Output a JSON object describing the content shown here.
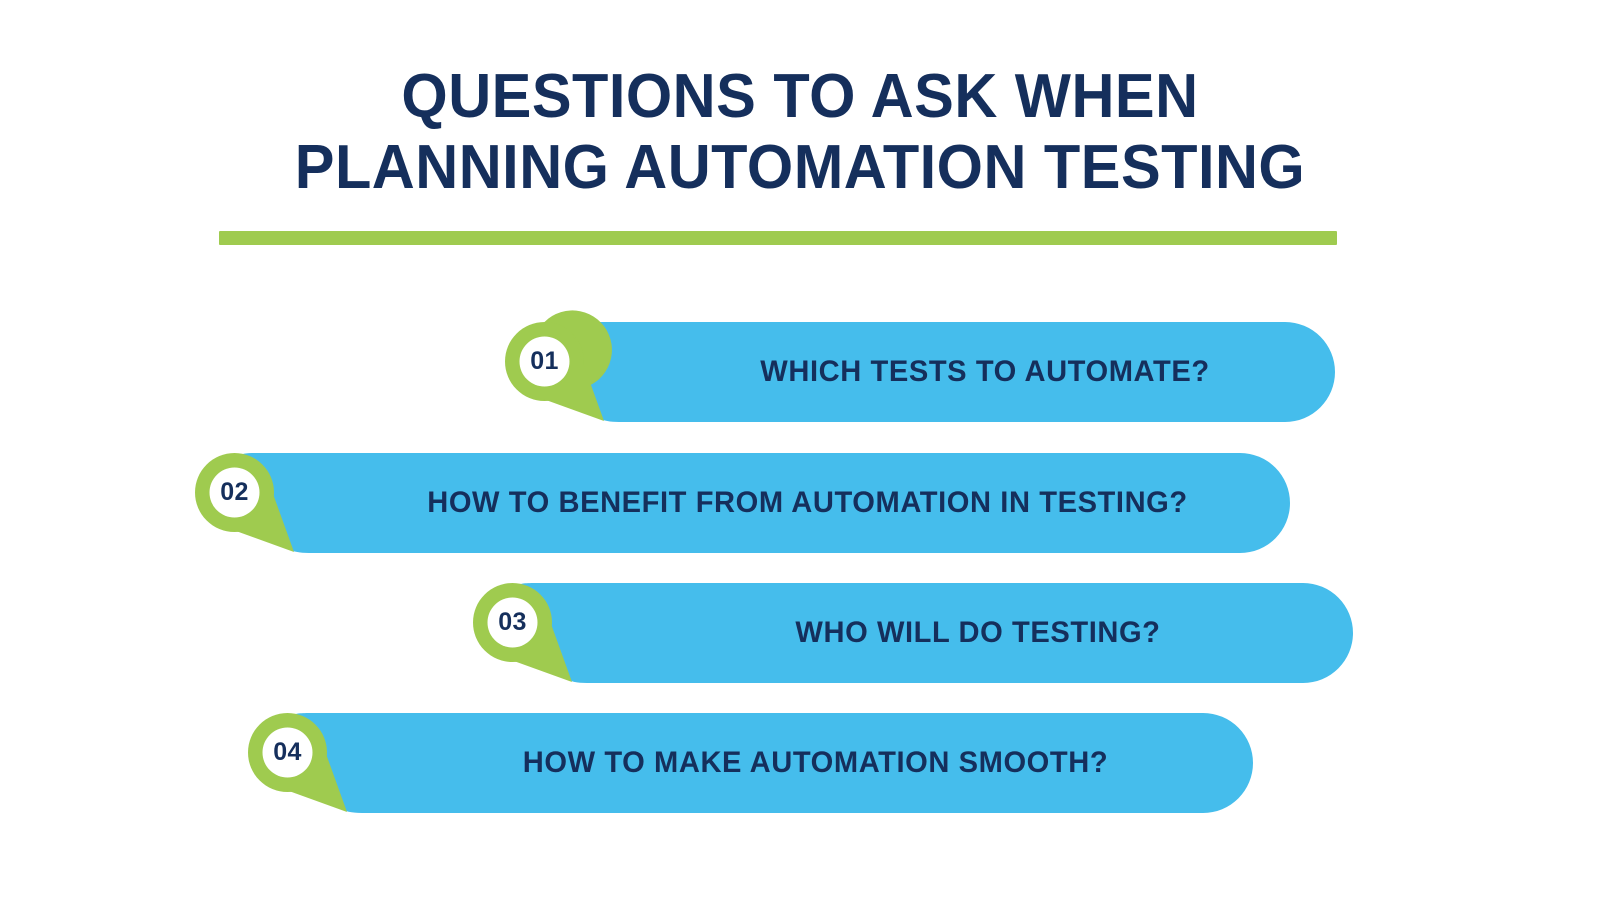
{
  "title": {
    "line1": "QUESTIONS TO ASK WHEN",
    "line2": "PLANNING AUTOMATION TESTING"
  },
  "colors": {
    "navy": "#152F5C",
    "green": "#9FCB4F",
    "blue": "#45BDEC",
    "background": "#FFFFFF",
    "badge_inner": "#FFFFFF"
  },
  "rows": [
    {
      "number": "01",
      "question": "WHICH TESTS TO AUTOMATE?"
    },
    {
      "number": "02",
      "question": "HOW TO BENEFIT FROM AUTOMATION IN TESTING?"
    },
    {
      "number": "03",
      "question": "WHO WILL DO TESTING?"
    },
    {
      "number": "04",
      "question": "HOW TO MAKE AUTOMATION SMOOTH?"
    }
  ]
}
